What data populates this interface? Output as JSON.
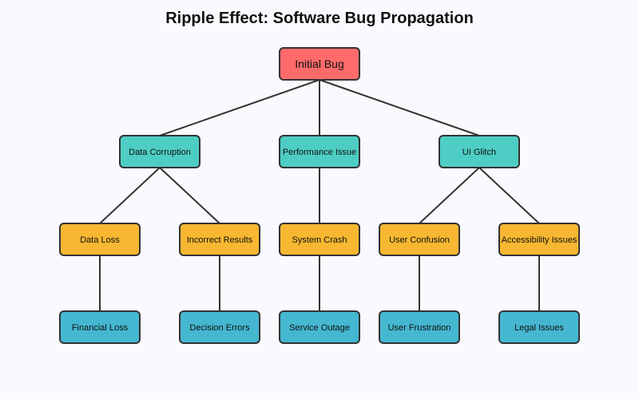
{
  "title": "Ripple Effect: Software Bug Propagation",
  "colors": {
    "root": "#ff6b6b",
    "level1": "#4ecdc4",
    "level2": "#f7b731",
    "level3": "#45b7d1",
    "stroke": "#333333",
    "background": "#fafafe"
  },
  "nodes": [
    {
      "id": "initial-bug",
      "label": "Initial Bug",
      "level": 0
    },
    {
      "id": "data-corruption",
      "label": "Data Corruption",
      "level": 1,
      "parent": "initial-bug"
    },
    {
      "id": "performance-issue",
      "label": "Performance Issue",
      "level": 1,
      "parent": "initial-bug"
    },
    {
      "id": "ui-glitch",
      "label": "UI Glitch",
      "level": 1,
      "parent": "initial-bug"
    },
    {
      "id": "data-loss",
      "label": "Data Loss",
      "level": 2,
      "parent": "data-corruption"
    },
    {
      "id": "incorrect-results",
      "label": "Incorrect Results",
      "level": 2,
      "parent": "data-corruption"
    },
    {
      "id": "system-crash",
      "label": "System Crash",
      "level": 2,
      "parent": "performance-issue"
    },
    {
      "id": "user-confusion",
      "label": "User Confusion",
      "level": 2,
      "parent": "ui-glitch"
    },
    {
      "id": "accessibility-issues",
      "label": "Accessibility Issues",
      "level": 2,
      "parent": "ui-glitch"
    },
    {
      "id": "financial-loss",
      "label": "Financial Loss",
      "level": 3,
      "parent": "data-loss"
    },
    {
      "id": "decision-errors",
      "label": "Decision Errors",
      "level": 3,
      "parent": "incorrect-results"
    },
    {
      "id": "service-outage",
      "label": "Service Outage",
      "level": 3,
      "parent": "system-crash"
    },
    {
      "id": "user-frustration",
      "label": "User Frustration",
      "level": 3,
      "parent": "user-confusion"
    },
    {
      "id": "legal-issues",
      "label": "Legal Issues",
      "level": 3,
      "parent": "accessibility-issues"
    }
  ]
}
